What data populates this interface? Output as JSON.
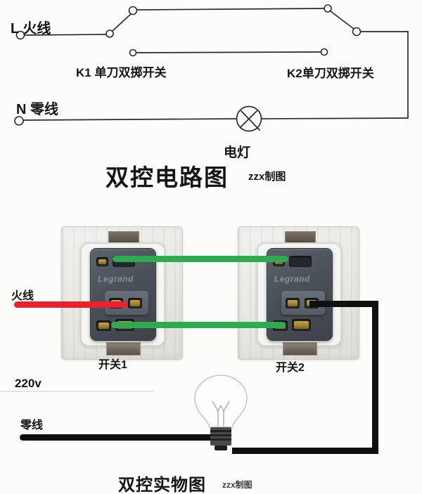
{
  "schematic": {
    "live_label": "L 火线",
    "k1_label": "K1 单刀双掷开关",
    "k2_label": "K2单刀双掷开关",
    "neutral_label": "N 零线",
    "lamp_label": "电灯",
    "title": "双控电路图",
    "credit": "zzx制图"
  },
  "physical": {
    "live_label": "火线",
    "voltage_label": "220v",
    "neutral_label": "零线",
    "switch1": {
      "label": "开关1",
      "brand": "Legrand"
    },
    "switch2": {
      "label": "开关2",
      "brand": "Legrand"
    },
    "title": "双控实物图",
    "credit": "zzx制图"
  },
  "colors": {
    "traveler_wire_green": "#2eab4e",
    "live_wire_red": "#e8212a",
    "neutral_switched_wire_black": "#0f0f0f",
    "schematic_line": "#2b2b2b"
  },
  "icons": {
    "lamp_symbol": "circle-with-cross",
    "bulb": "incandescent-light-bulb"
  }
}
